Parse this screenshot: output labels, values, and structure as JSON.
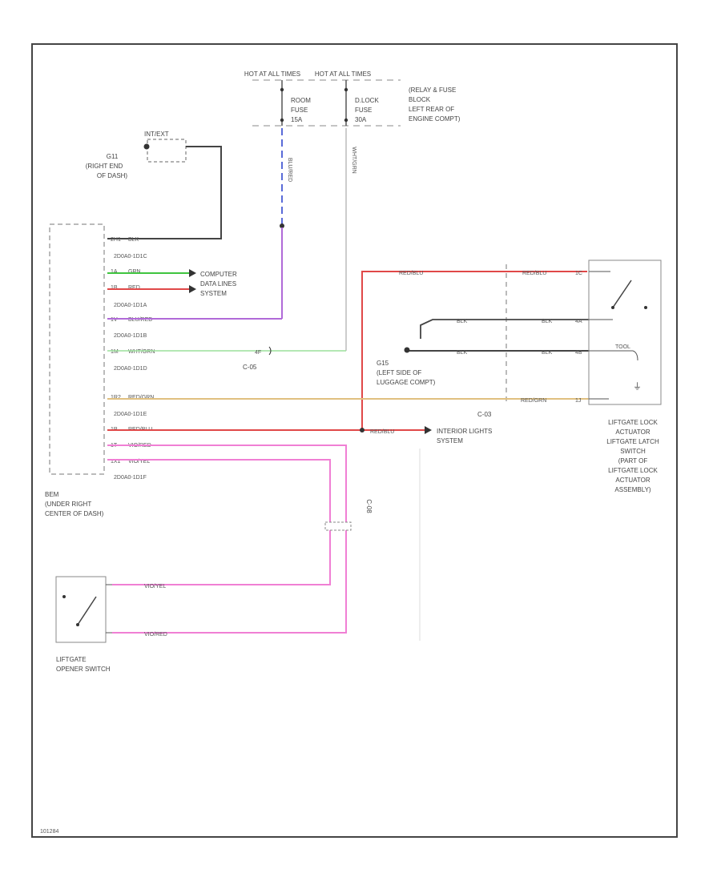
{
  "power": {
    "left_hot": "HOT AT ALL TIMES",
    "right_hot": "HOT AT ALL TIMES",
    "left_fuse": [
      "ROOM",
      "FUSE",
      "15A"
    ],
    "right_fuse": [
      "D.LOCK",
      "FUSE",
      "30A"
    ],
    "relay_block": [
      "(RELAY & FUSE",
      "BLOCK",
      "LEFT REAR OF",
      "ENGINE COMPT)"
    ],
    "left_wire": "BLU/RED",
    "right_wire": "WHT/GRN"
  },
  "ground": {
    "id": "G11",
    "label": [
      "G11",
      "(RIGHT END",
      "OF DASH)"
    ],
    "component": "INT/EXT"
  },
  "bem": {
    "label": [
      "BEM",
      "(UNDER RIGHT",
      "CENTER OF DASH)"
    ],
    "pins": [
      {
        "pin": "2H1",
        "wire": "BLK"
      },
      {
        "pin": "",
        "wire": "2D0A0-1D1C"
      },
      {
        "pin": "1A",
        "wire": "GRN"
      },
      {
        "pin": "1B",
        "wire": "RED"
      },
      {
        "pin": "",
        "wire": "2D0A0-1D1A"
      },
      {
        "pin": "1V",
        "wire": "BLU/RED"
      },
      {
        "pin": "",
        "wire": "2D0A0-1D1B"
      },
      {
        "pin": "1M",
        "wire": "WHT/GRN"
      },
      {
        "pin": "",
        "wire": "2D0A0-1D1D"
      },
      {
        "pin": "1R2",
        "wire": "RED/GRN"
      },
      {
        "pin": "",
        "wire": "2D0A0-1D1E"
      },
      {
        "pin": "1P",
        "wire": "RED/BLU"
      },
      {
        "pin": "1T",
        "wire": "VIO/RED"
      },
      {
        "pin": "1X1",
        "wire": "VIO/YEL"
      },
      {
        "pin": "",
        "wire": "2D0A0-1D1F"
      }
    ]
  },
  "computer": [
    "COMPUTER",
    "DATA LINES",
    "SYSTEM"
  ],
  "connectors": {
    "c1": "C-05",
    "c2": "C-03",
    "c3": "C-08",
    "c3_pin": "4F"
  },
  "g15": {
    "label": [
      "G15",
      "(LEFT SIDE OF",
      "LUGGAGE COMPT)"
    ]
  },
  "interior": {
    "label": [
      "INTERIOR LIGHTS",
      "SYSTEM"
    ],
    "wire": "RED/BLU"
  },
  "liftgate_lock": {
    "label": [
      "LIFTGATE LOCK",
      "ACTUATOR",
      "LIFTGATE LATCH",
      "SWITCH",
      "(PART OF",
      "LIFTGATE LOCK",
      "ACTUATOR",
      "ASSEMBLY)"
    ],
    "top_wire": "RED/BLU",
    "mid_wire_left": "BLK",
    "mid_wire_right": "BLK",
    "low_wire_left": "BLK",
    "low_wire_right": "BLK",
    "bottom_wire": "RED/GRN",
    "pins": [
      "1C",
      "4A",
      "4B",
      "1J"
    ],
    "motor": "TOOL"
  },
  "opener": {
    "label": [
      "LIFTGATE",
      "OPENER SWITCH"
    ],
    "top_wire": "VIO/YEL",
    "bottom_wire": "VIO/RED"
  },
  "footer": "101284"
}
